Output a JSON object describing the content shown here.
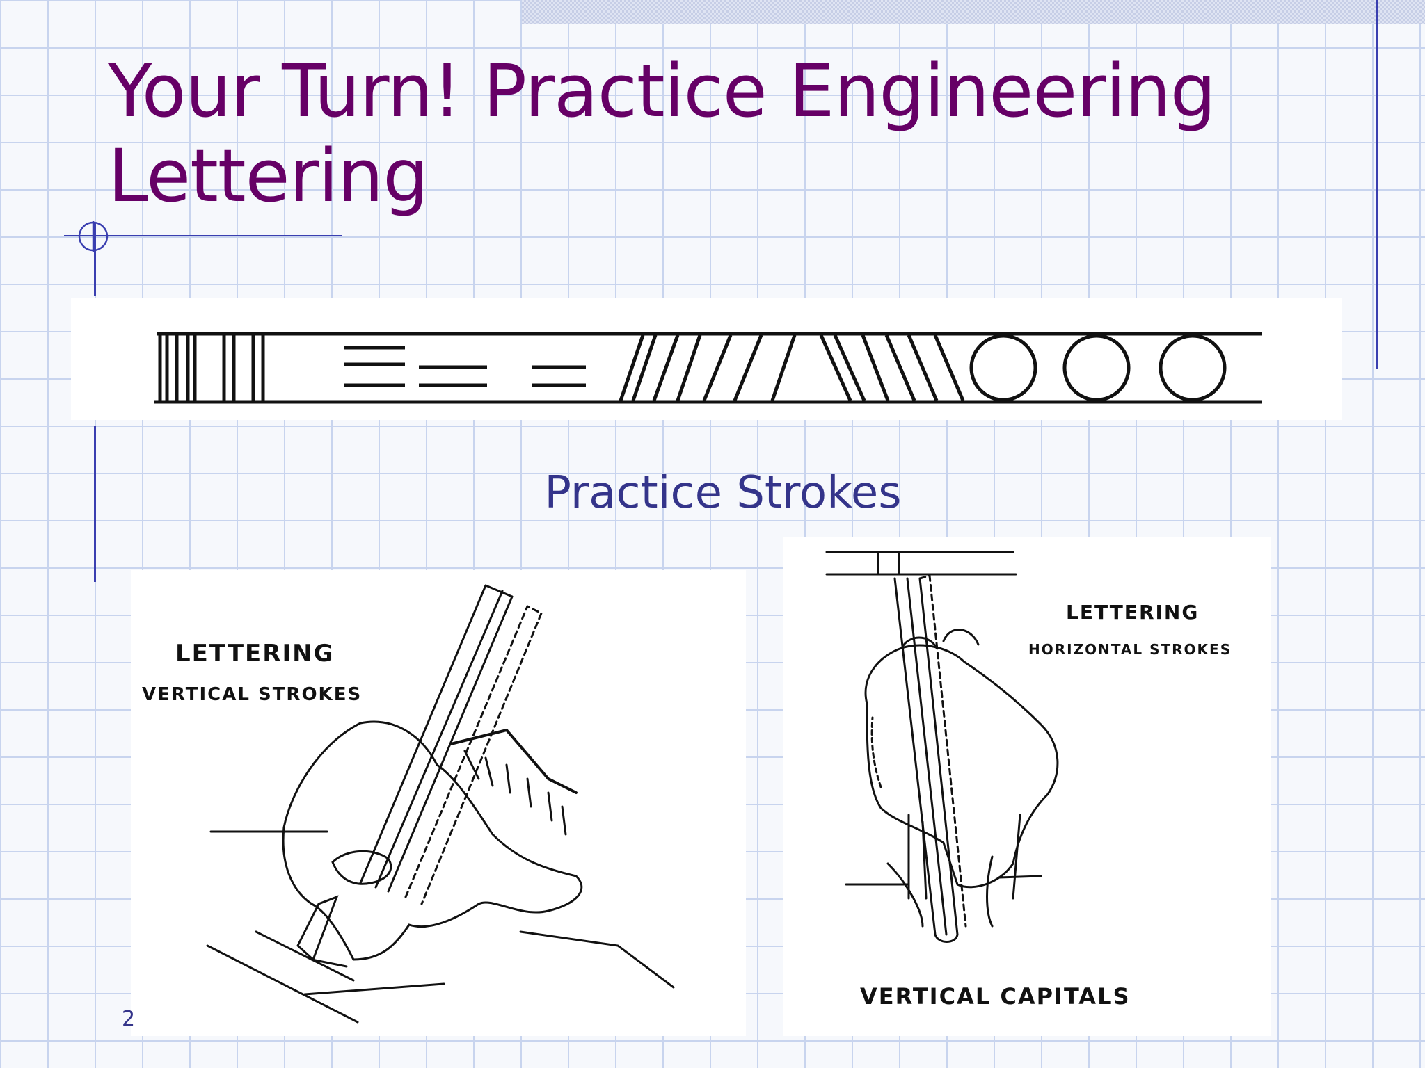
{
  "slide": {
    "title": "Your Turn! Practice Engineering Lettering",
    "subtitle": "Practice Strokes",
    "slide_number": "2"
  },
  "figure_left": {
    "heading": "LETTERING",
    "subheading": "VERTICAL STROKES"
  },
  "figure_right": {
    "heading": "LETTERING",
    "subheading": "HORIZONTAL STROKES",
    "caption": "VERTICAL CAPITALS"
  },
  "colors": {
    "title": "#660066",
    "subtitle": "#34348a",
    "grid": "#c8d4ee",
    "rule": "#3a3fb0"
  },
  "icons": [
    "crosshair-icon"
  ]
}
